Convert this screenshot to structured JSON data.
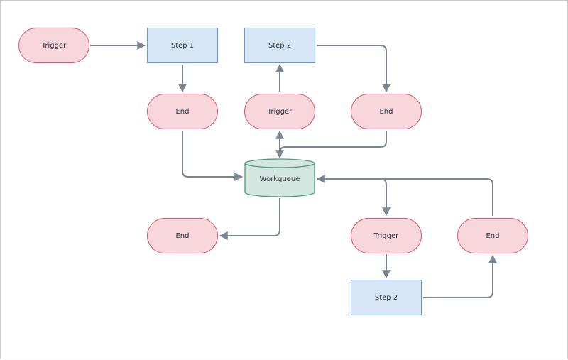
{
  "colors": {
    "terminal_fill": "#f7d7dc",
    "terminal_stroke": "#d9536b",
    "process_fill": "#d6e6f7",
    "process_stroke": "#5f9ad6",
    "store_fill": "#d3e6df",
    "store_stroke": "#4e9a7f",
    "connector": "#7b8591"
  },
  "nodes": {
    "trigger_a": "Trigger",
    "step1": "Step 1",
    "step2_top": "Step 2",
    "end_left_top": "End",
    "trigger_mid": "Trigger",
    "end_right_top": "End",
    "workqueue": "Workqueue",
    "end_left_bottom": "End",
    "trigger_bottom": "Trigger",
    "end_right_bottom": "End",
    "step2_bottom": "Step 2"
  }
}
